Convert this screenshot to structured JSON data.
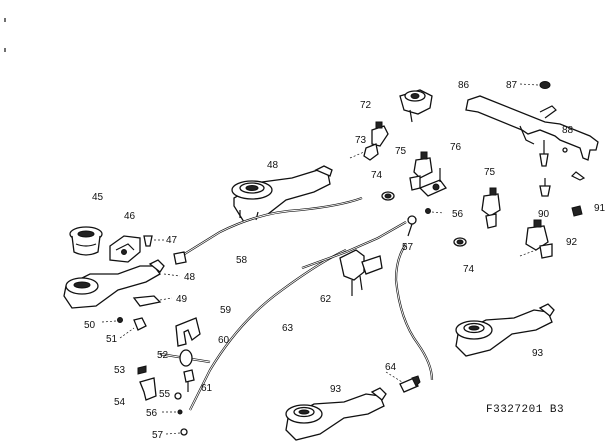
{
  "diagram": {
    "figure_code": "F3327201 B3",
    "part_labels": {
      "p45": "45",
      "p46": "46",
      "p47": "47",
      "p48a": "48",
      "p48b": "48",
      "p49": "49",
      "p50": "50",
      "p51": "51",
      "p52": "52",
      "p53": "53",
      "p54": "54",
      "p55": "55",
      "p56a": "56",
      "p56b": "56",
      "p57a": "57",
      "p57b": "57",
      "p58": "58",
      "p59": "59",
      "p60": "60",
      "p61": "61",
      "p62": "62",
      "p63": "63",
      "p64": "64",
      "p72": "72",
      "p73": "73",
      "p74a": "74",
      "p74b": "74",
      "p75a": "75",
      "p75b": "75",
      "p76": "76",
      "p86": "86",
      "p87": "87",
      "p88": "88",
      "p90": "90",
      "p91": "91",
      "p92": "92",
      "p93a": "93",
      "p93b": "93"
    }
  }
}
